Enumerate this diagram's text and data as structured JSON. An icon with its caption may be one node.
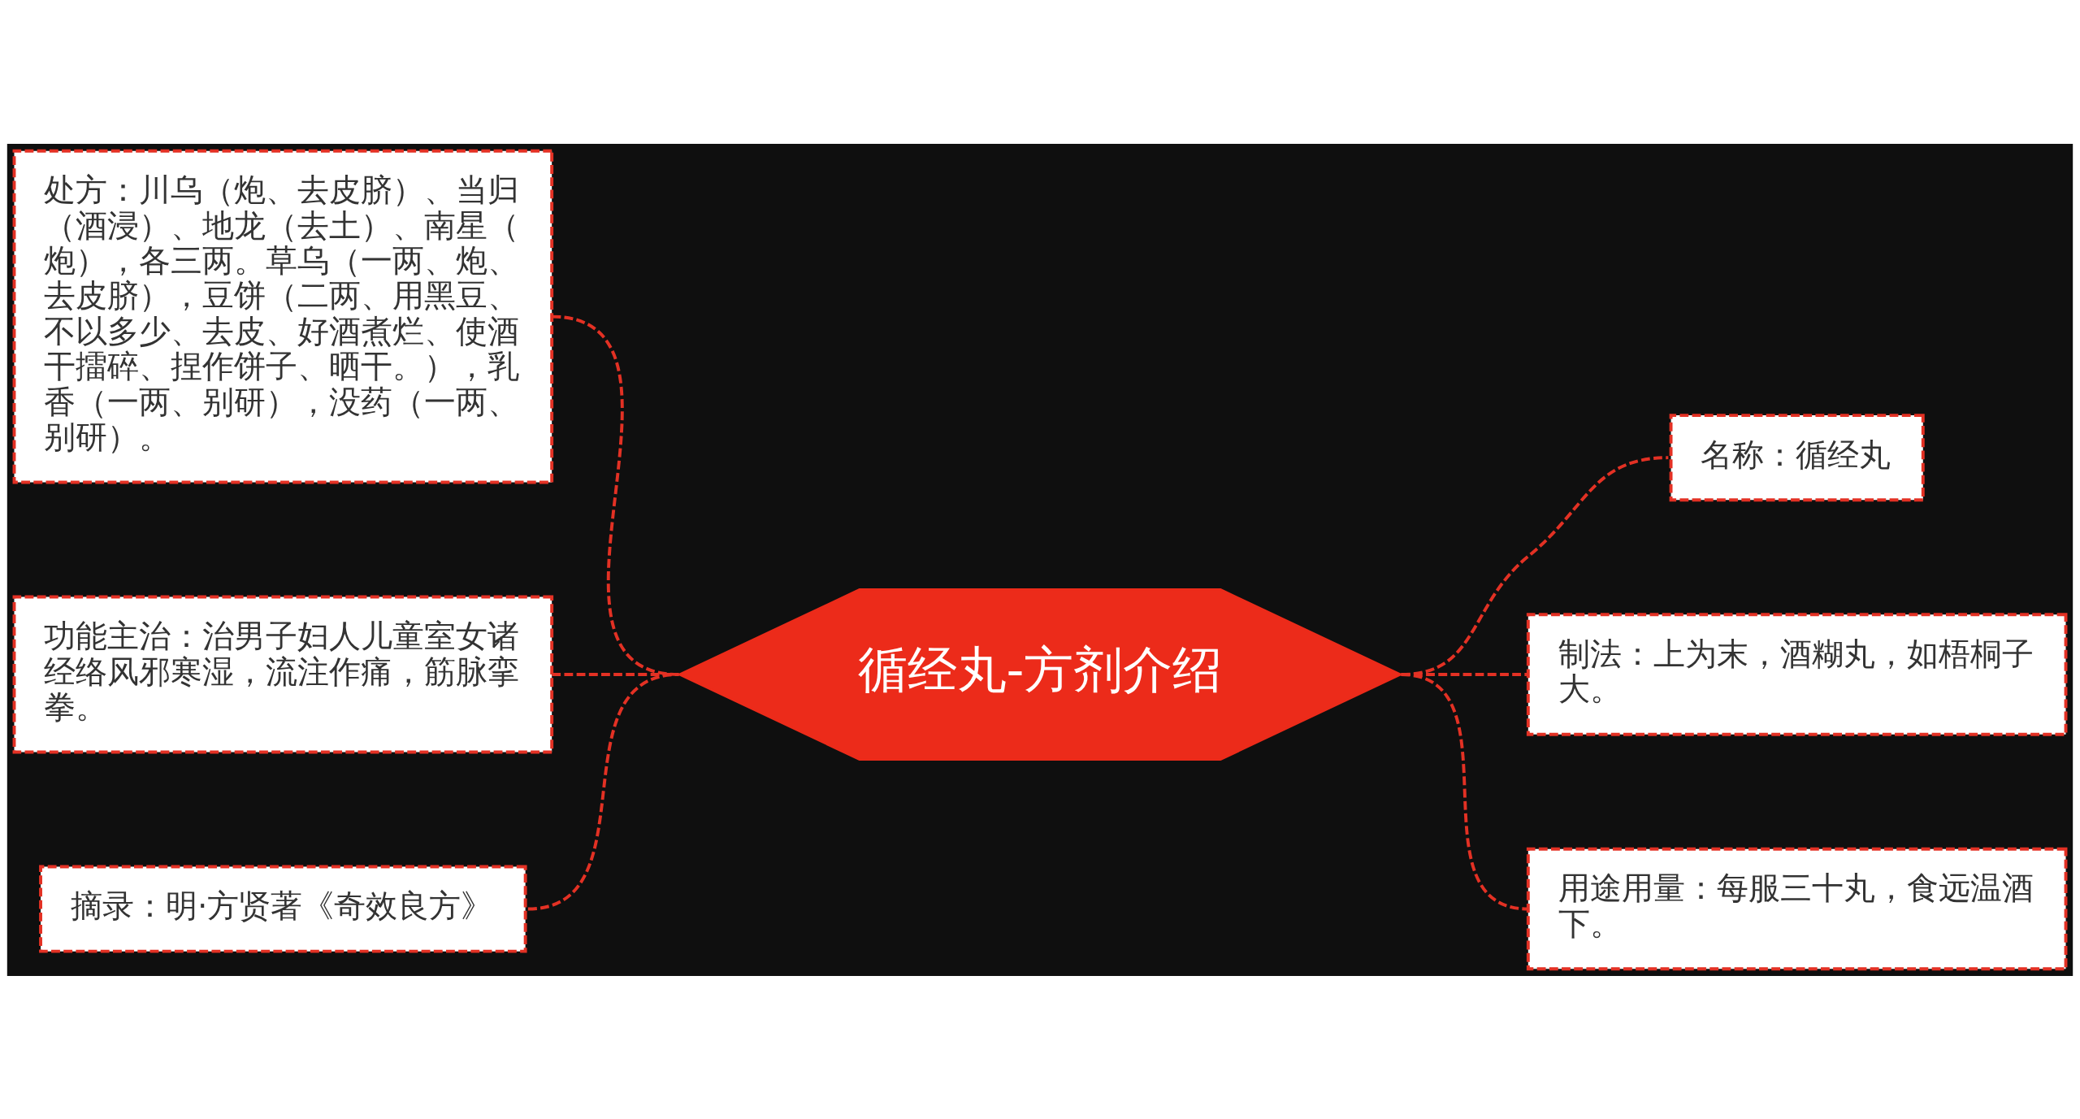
{
  "diagram": {
    "nodes": [
      {
        "text": [
          "循经丸-方剂介绍"
        ]
      },
      {
        "text": [
          "处方：川乌（炮、去皮脐）、当归（酒浸）、地龙（去土）、南星（炮），各三两。草乌（一两、炮、去皮脐），豆饼（二两、用黑豆、不以多少、去皮、好酒煮烂、使酒干擂碎、捏作饼子、晒干。），乳香（一两、别研），没药（一两、别研）。"
        ]
      },
      {
        "text": [
          "功能主治：治男子妇人儿童室女诸经络风邪寒湿，流注作痛，筋脉挛拳。"
        ]
      },
      {
        "text": [
          "摘录：明·方贤著《奇效良方》"
        ]
      },
      {
        "text": [
          "名称：循经丸"
        ]
      },
      {
        "text": [
          "制法：上为末，酒糊丸，如梧桐子大。"
        ]
      },
      {
        "text": [
          "用途用量：每服三十丸，食远温酒下。"
        ]
      }
    ],
    "edges": [
      {
        "from": 1,
        "to": 0,
        "arrow": "none",
        "style": "dashed"
      },
      {
        "from": 2,
        "to": 0,
        "arrow": "none",
        "style": "dashed"
      },
      {
        "from": 3,
        "to": 0,
        "arrow": "none",
        "style": "dashed"
      },
      {
        "from": 0,
        "to": 4,
        "arrow": "none",
        "style": "dashed"
      },
      {
        "from": 0,
        "to": 5,
        "arrow": "none",
        "style": "dashed"
      },
      {
        "from": 0,
        "to": 6,
        "arrow": "none",
        "style": "dashed"
      }
    ]
  }
}
